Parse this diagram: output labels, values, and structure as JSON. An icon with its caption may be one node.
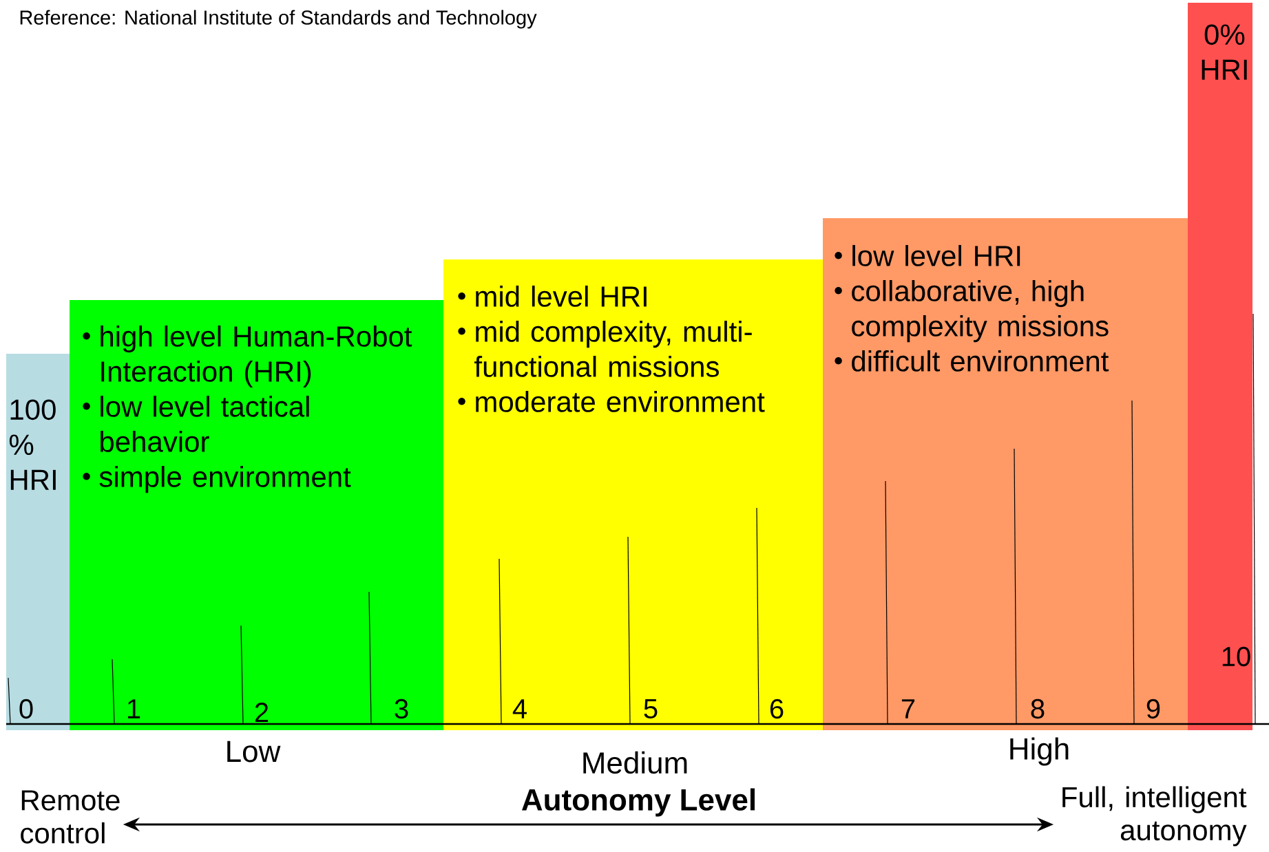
{
  "diagram": {
    "nodes": [
      {
        "text": [
          "100 % HRI"
        ]
      },
      {
        "text": [
          "high level Human-Robot Interaction (HRI)",
          "low level tactical behavior",
          "simple environment"
        ],
        "beside": [
          "Low"
        ]
      },
      {
        "text": [
          "mid level HRI",
          "mid complexity, multi-functional missions",
          "moderate environment"
        ],
        "beside": [
          "Medium"
        ]
      },
      {
        "text": [
          "low level HRI",
          "collaborative, high complexity missions",
          "difficult environment"
        ],
        "beside": [
          "High"
        ]
      },
      {
        "text": [
          "0% HRI"
        ]
      },
      {
        "text": [
          "Remote control"
        ]
      },
      {
        "text": [
          "Full, intelligent autonomy"
        ]
      }
    ],
    "edges": [
      {
        "from": 5,
        "to": 6,
        "arrow": "both"
      }
    ],
    "labels": [
      "Reference: National Institute of Standards and Technology",
      "0",
      "1",
      "2",
      "3",
      "4",
      "5",
      "6",
      "7",
      "8",
      "9",
      "10",
      "Autonomy Level"
    ]
  }
}
